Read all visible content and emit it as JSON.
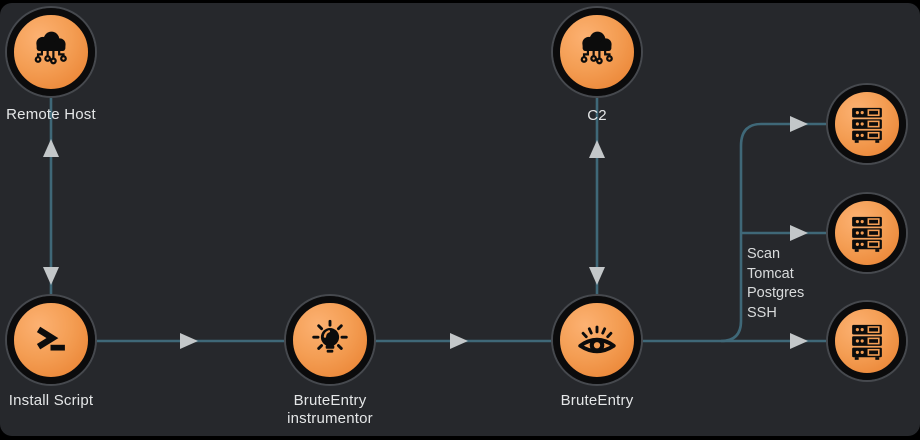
{
  "diagram": {
    "background": "#26282c",
    "frame_color": "#000000",
    "edge_color": "#3f6878",
    "arrow_color": "#c3c7c9",
    "node_fill_light": "#fcb172",
    "node_fill_dark": "#e87e2d",
    "node_ring_color": "#0b0b0c",
    "label_color": "#e4e6e7"
  },
  "nodes": [
    {
      "id": "remote-host",
      "label": "Remote Host",
      "icon": "cloud-circuit-icon"
    },
    {
      "id": "install-script",
      "label": "Install Script",
      "icon": "terminal-icon"
    },
    {
      "id": "bruteentry-instrumentor",
      "label": "BruteEntry instrumentor",
      "icon": "lightbulb-icon"
    },
    {
      "id": "bruteentry",
      "label": "BruteEntry",
      "icon": "eye-icon"
    },
    {
      "id": "c2",
      "label": "C2",
      "icon": "cloud-circuit-icon"
    },
    {
      "id": "server-1",
      "label": "",
      "icon": "server-icon"
    },
    {
      "id": "server-2",
      "label": "",
      "icon": "server-icon"
    },
    {
      "id": "server-3",
      "label": "",
      "icon": "server-icon"
    }
  ],
  "edges": [
    {
      "from": "install-script",
      "to": "remote-host",
      "bidirectional": true
    },
    {
      "from": "install-script",
      "to": "bruteentry-instrumentor",
      "bidirectional": false
    },
    {
      "from": "bruteentry-instrumentor",
      "to": "bruteentry",
      "bidirectional": false
    },
    {
      "from": "bruteentry",
      "to": "c2",
      "bidirectional": true
    },
    {
      "from": "bruteentry",
      "to": "server-1",
      "bidirectional": false
    },
    {
      "from": "bruteentry",
      "to": "server-2",
      "bidirectional": false
    },
    {
      "from": "bruteentry",
      "to": "server-3",
      "bidirectional": false
    }
  ],
  "edge_label": {
    "lines": [
      "Scan",
      "Tomcat",
      "Postgres",
      "SSH"
    ]
  }
}
